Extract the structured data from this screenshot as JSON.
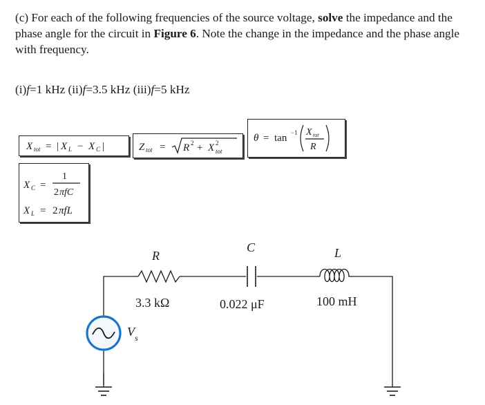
{
  "problem": {
    "part_label": "(c)",
    "text_a": "For each of the following frequencies of the source voltage,",
    "text_bold1": "solve",
    "text_b": "the impedance and the phase angle for the circuit in",
    "text_bold2": "Figure 6",
    "text_c": ". Note the change in the impedance and the phase angle with frequency."
  },
  "frequencies": {
    "f1_label": "(i)",
    "f1_value": "=1 kHz",
    "f2_label": "(ii)",
    "f2_value": "=3.5 kHz",
    "f3_label": "(iii)",
    "f3_value": "=5 kHz",
    "var": "f"
  },
  "formulas": {
    "xtot": "Xtot = |XL − XC|",
    "ztot": "Ztot = √(R² + Xtot²)",
    "theta": "θ = tan⁻¹(Xtot / R)",
    "xc": "XC = 1 / (2πfC)",
    "xl": "XL = 2πfL"
  },
  "circuit": {
    "r_label": "R",
    "r_value": "3.3 kΩ",
    "c_label": "C",
    "c_value": "0.022 μF",
    "l_label": "L",
    "l_value": "100 mH",
    "source_label": "V",
    "source_sub": "s",
    "source_color": "#1a74c9"
  }
}
